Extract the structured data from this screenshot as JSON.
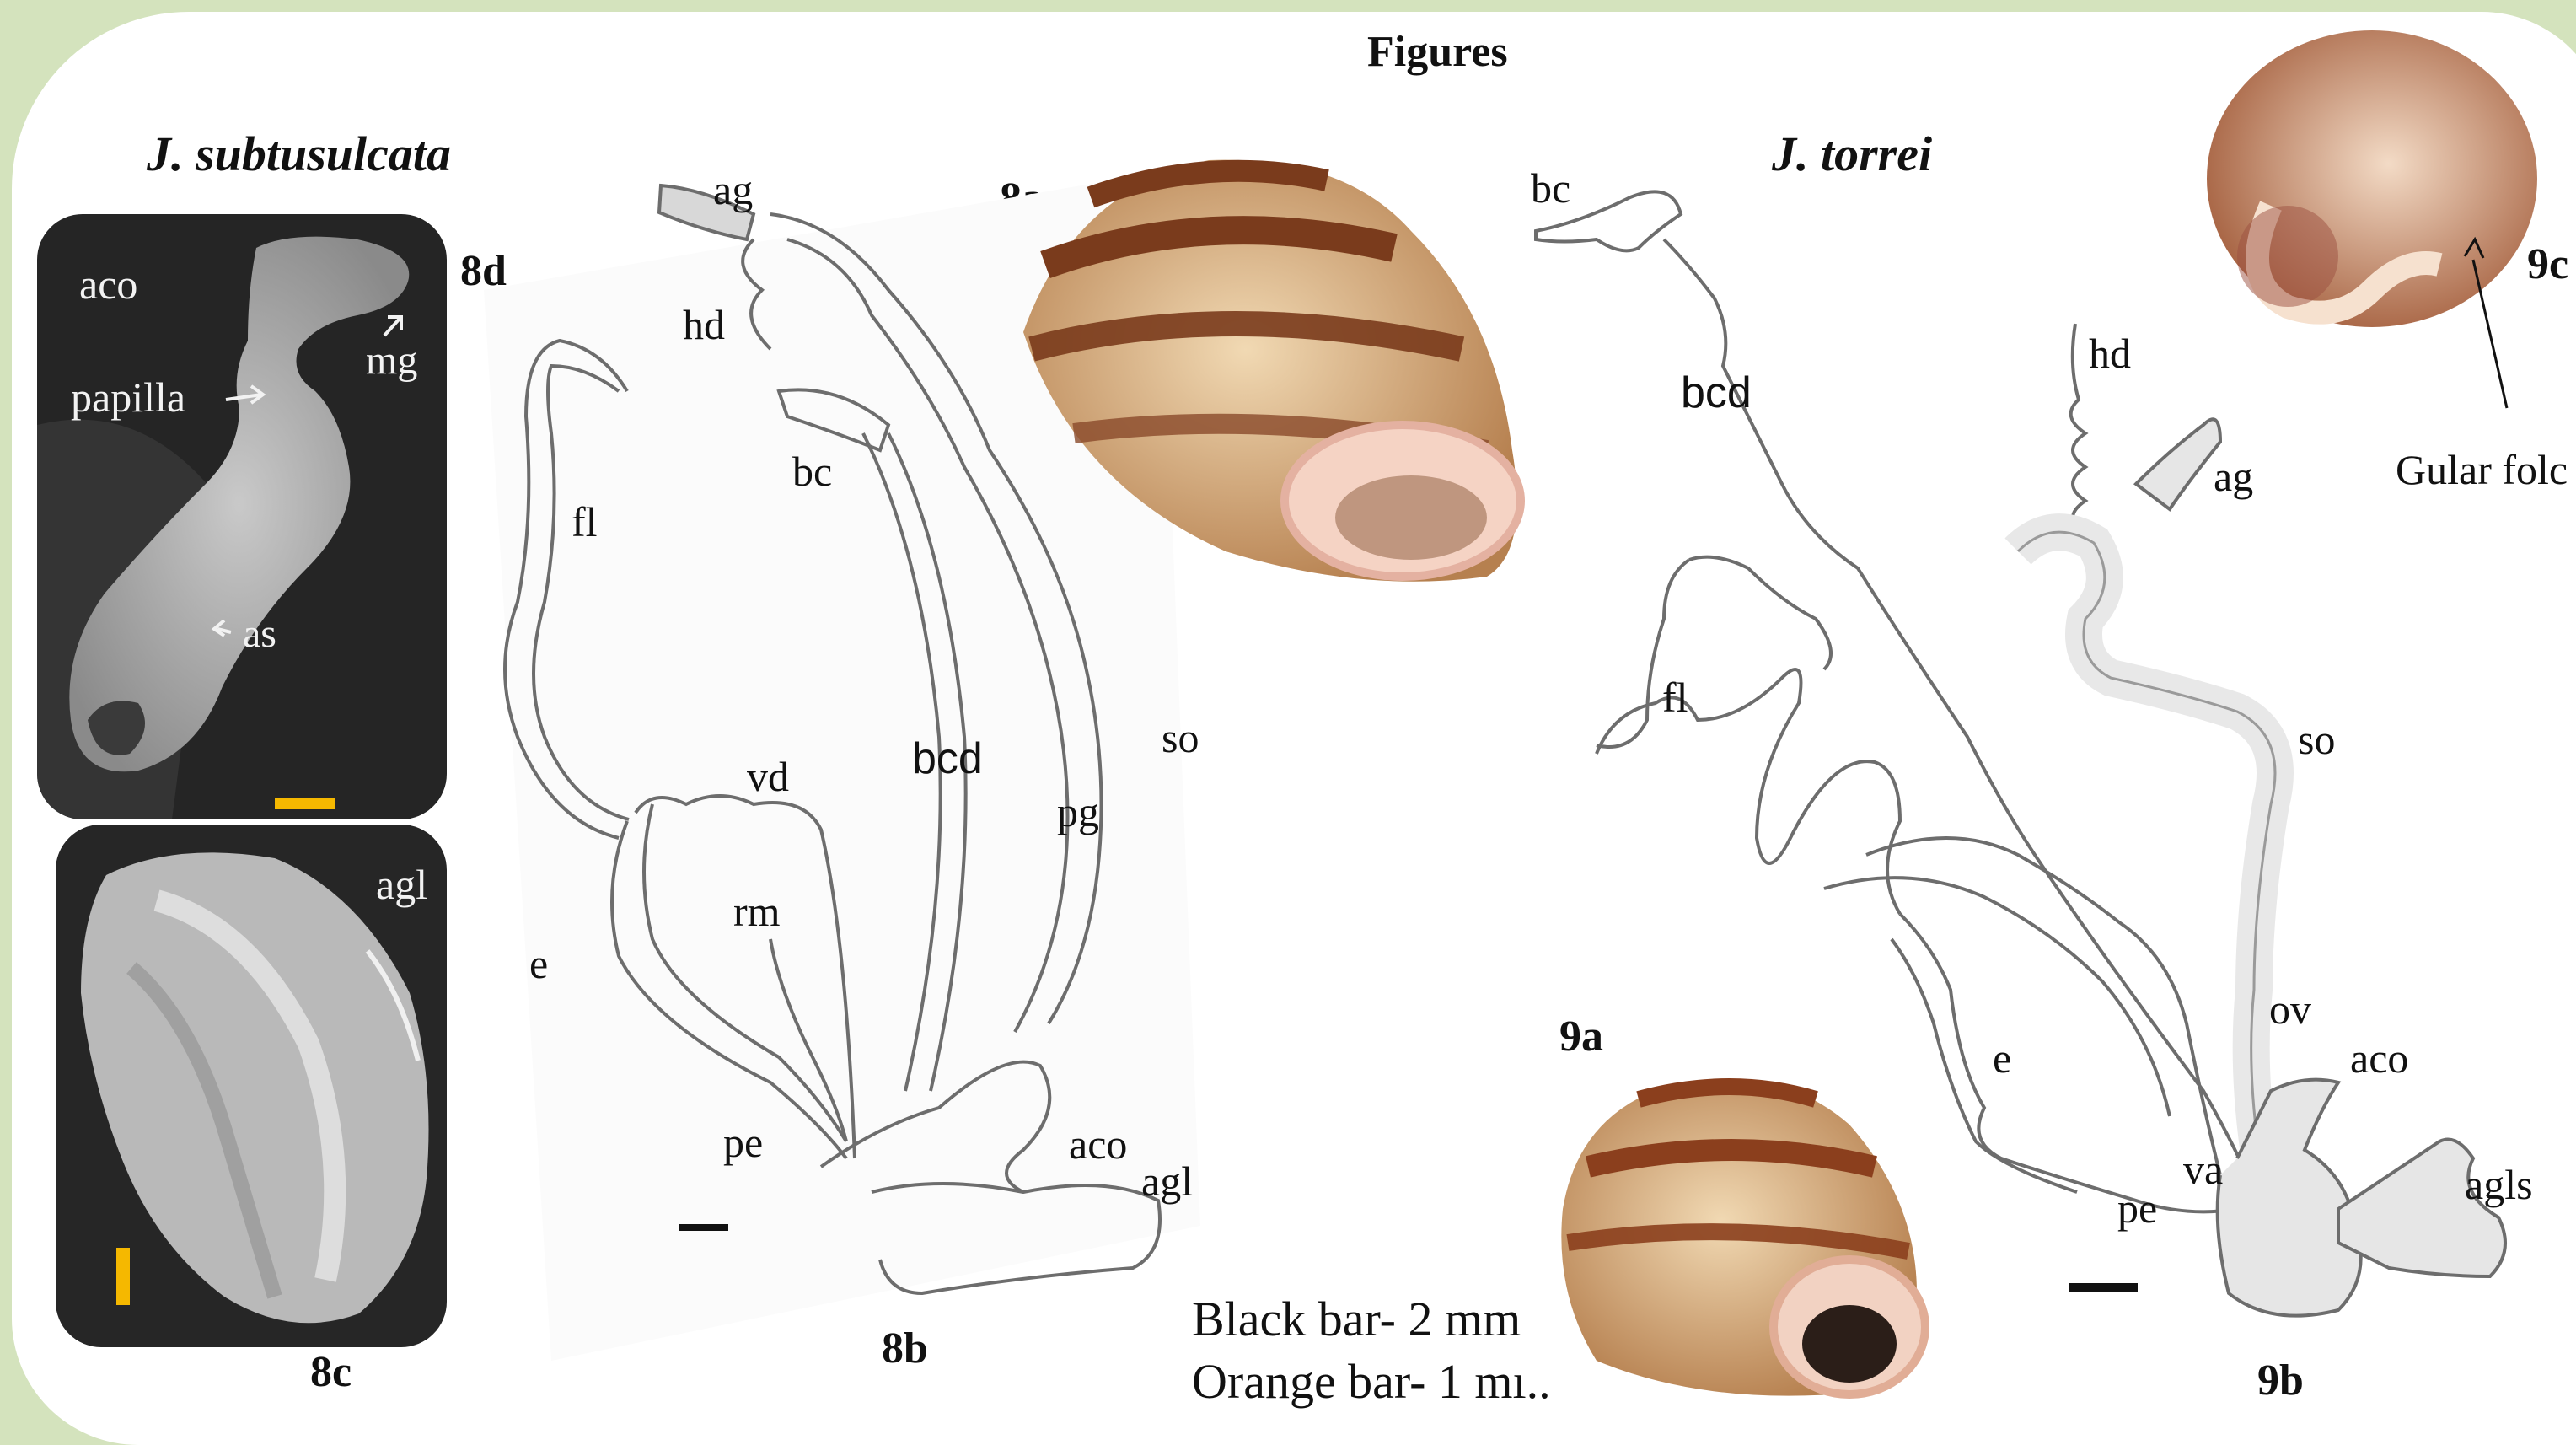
{
  "figure_title": "Figures",
  "species_left": "J. subtusulcata",
  "species_right": "J. torrei",
  "panel_labels": {
    "p8a": "8a",
    "p8b": "8b",
    "p8c": "8c",
    "p8d": "8d",
    "p9a": "9a",
    "p9b": "9b",
    "p9c": "9c"
  },
  "photo_8d_labels": {
    "aco": "aco",
    "mg": "mg",
    "papilla": "papilla",
    "as": "as"
  },
  "photo_8c_labels": {
    "agl": "agl"
  },
  "anatomy_8b_labels": {
    "ag": "ag",
    "hd": "hd",
    "bc": "bc",
    "fl": "fl",
    "so": "so",
    "bcd": "bcd",
    "pg": "pg",
    "vd": "vd",
    "rm": "rm",
    "e": "e",
    "pe": "pe",
    "aco": "aco",
    "agl": "agl"
  },
  "anatomy_9b_labels": {
    "bc": "bc",
    "hd": "hd",
    "ag": "ag",
    "bcd": "bcd",
    "fl": "fl",
    "so": "so",
    "ov": "ov",
    "aco": "aco",
    "e": "e",
    "va": "va",
    "pe": "pe",
    "agls": "agls"
  },
  "annotation_9c": "Gular folc",
  "scale_legend": {
    "black_bar": "Black bar- 2 mm",
    "orange_bar": "Orange bar- 1 mı.."
  },
  "colors": {
    "frame_green": "#d4e3bd",
    "scale_orange": "#f5b800",
    "photo_background": "#262626",
    "shell_brown": "#7a3b1c",
    "shell_cream": "#e9c89b"
  }
}
